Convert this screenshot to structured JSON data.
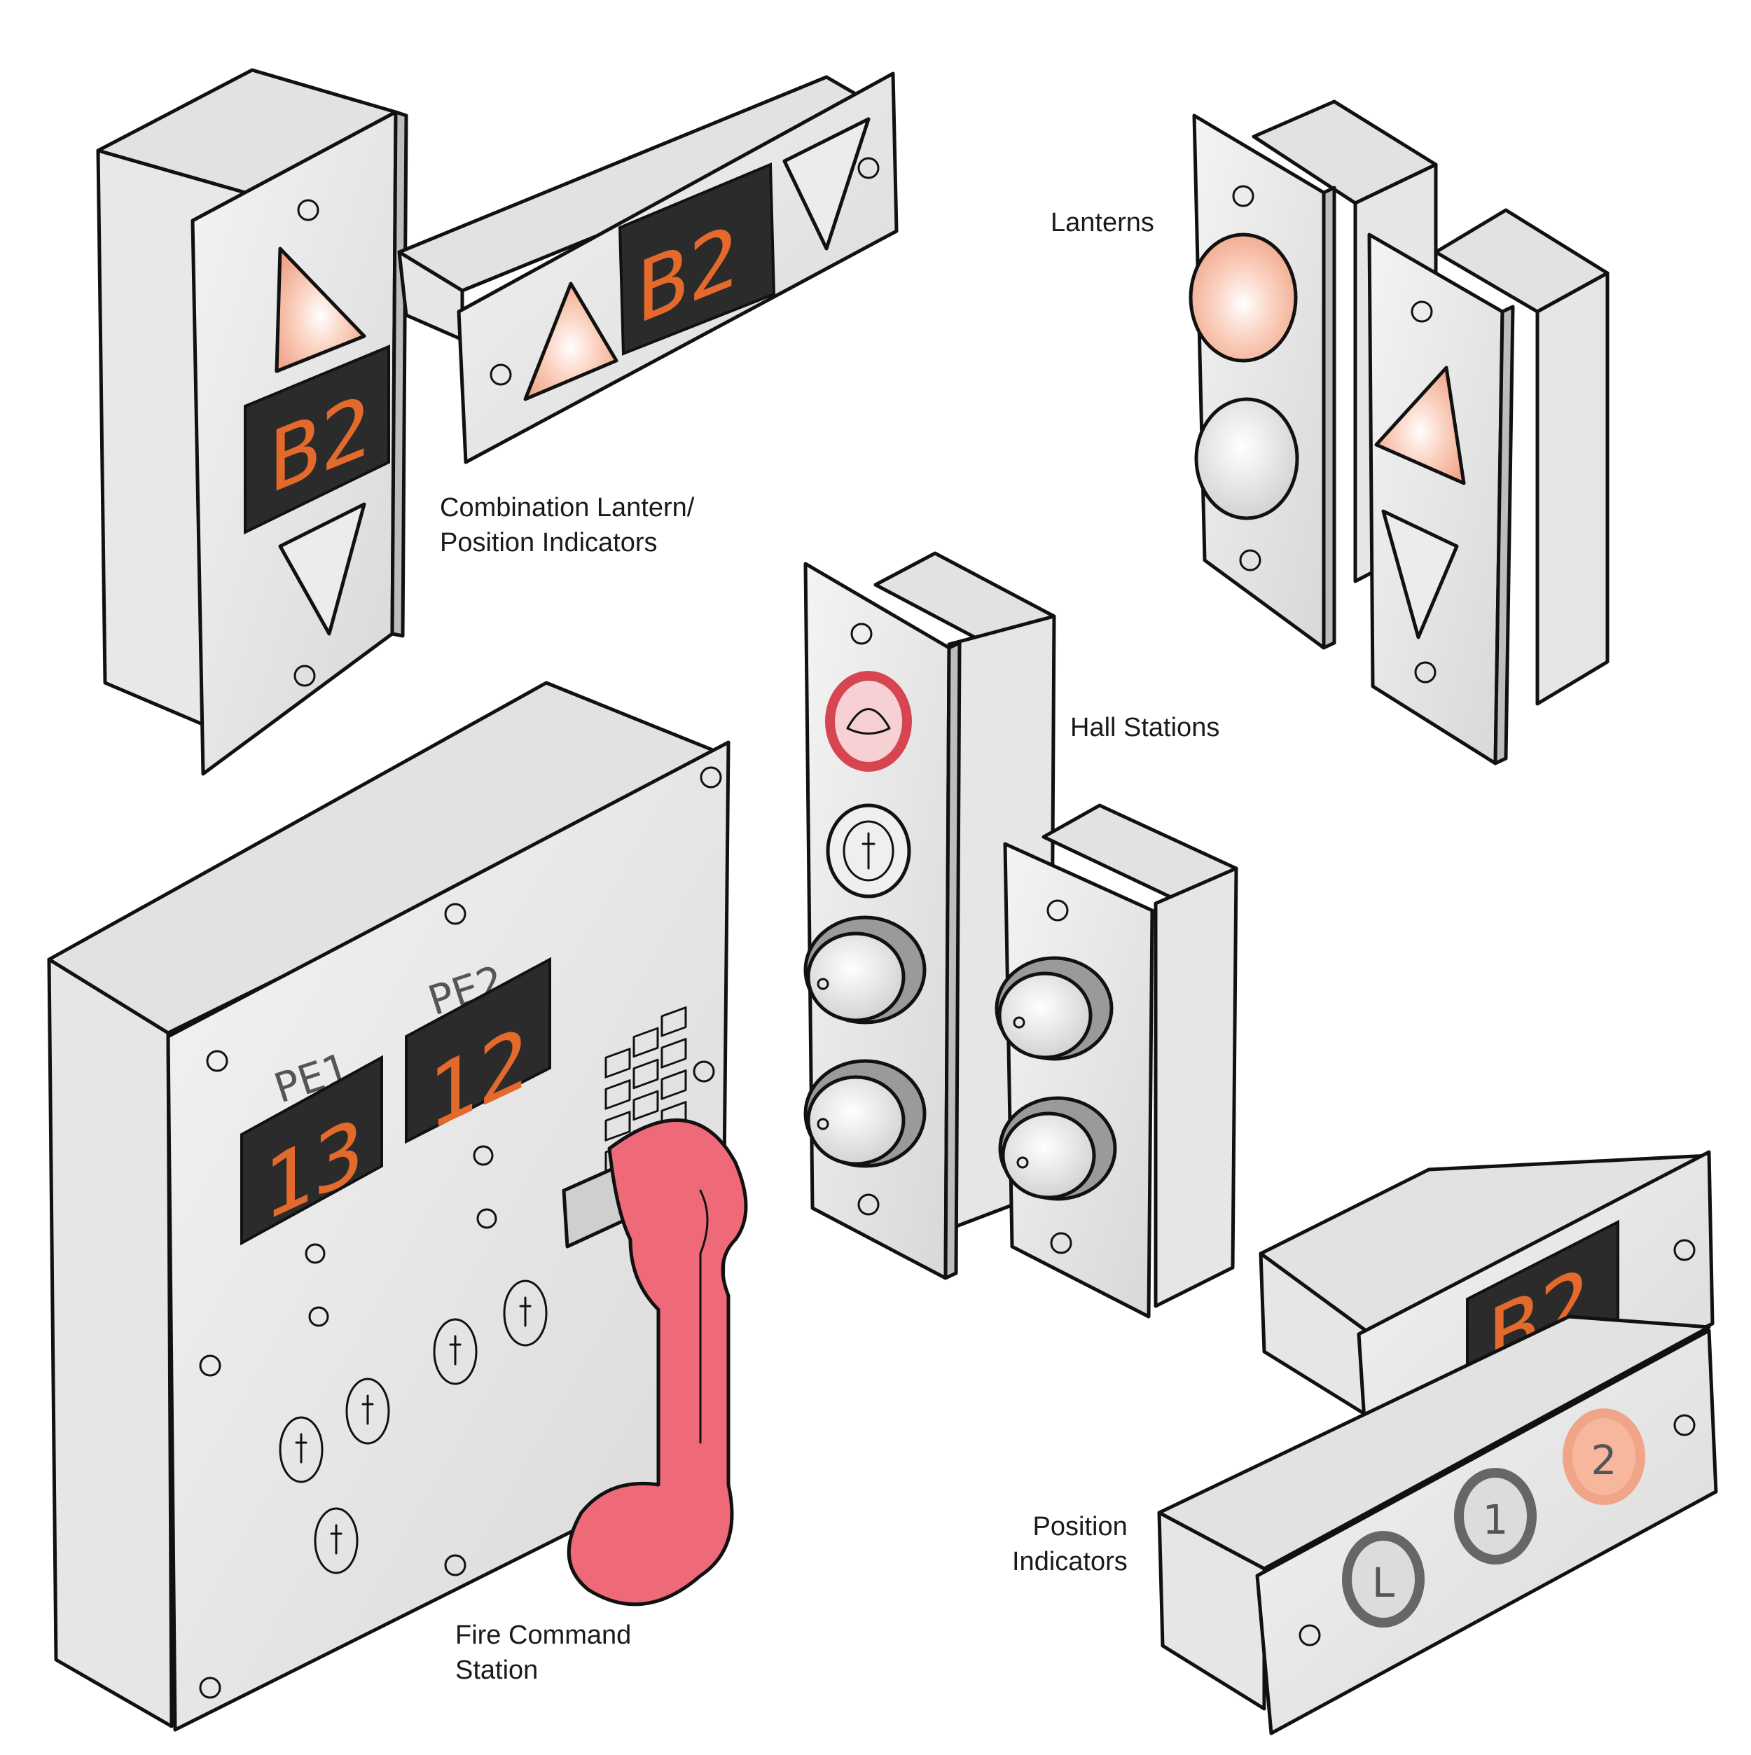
{
  "labels": {
    "combination": [
      "Combination Lantern/",
      "Position Indicators"
    ],
    "lanterns": "Lanterns",
    "hall_stations": "Hall Stations",
    "fire_command": [
      "Fire Command",
      "Station"
    ],
    "position_indicators": [
      "Position",
      "Indicators"
    ]
  },
  "displays": {
    "combo_vertical": "B2",
    "combo_horizontal": "B2",
    "fire_pe1": "13",
    "fire_pe2": "12",
    "position_display": "B2"
  },
  "fire_station": {
    "pe1_label": "PE1",
    "pe2_label": "PE2"
  },
  "position_buttons": [
    "L",
    "1",
    "2"
  ],
  "colors": {
    "plate": "#e8e8e8",
    "box": "#dedede",
    "display_bg": "#2b2b2b",
    "segment_on": "#e46a2c",
    "lantern_lit": "#f6b79c",
    "handset": "#ef6a78",
    "fire_ring": "#d64550"
  }
}
